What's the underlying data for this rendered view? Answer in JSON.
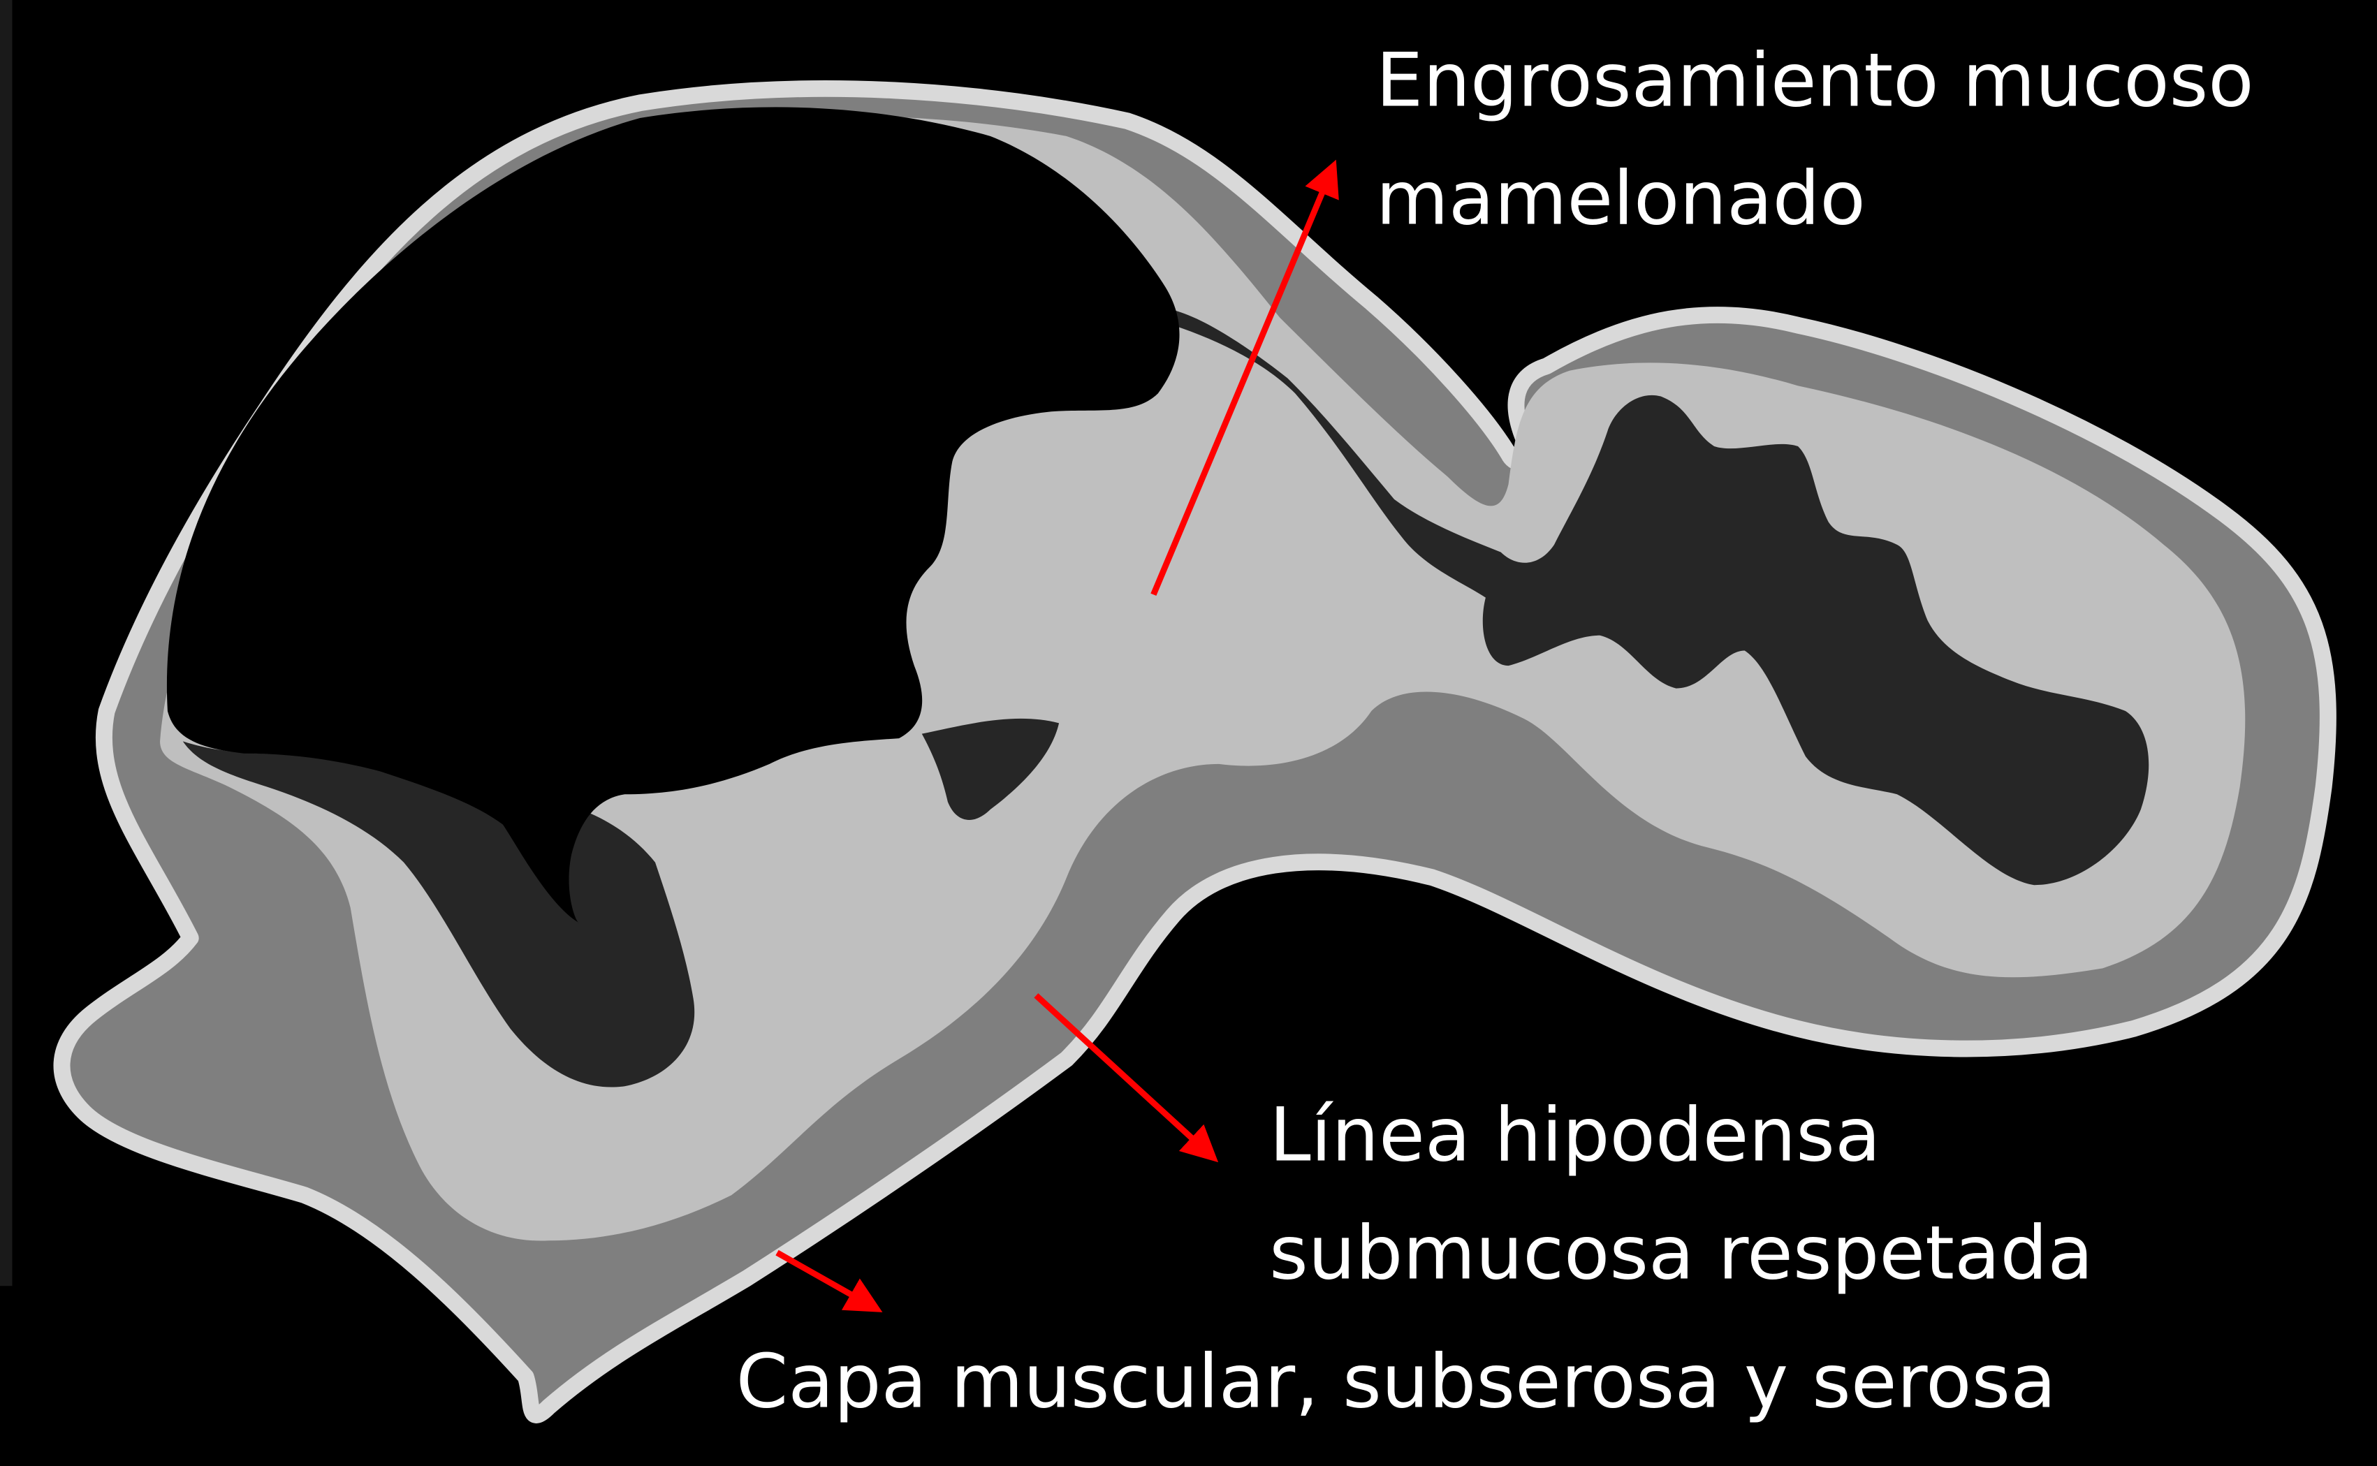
{
  "labels": {
    "mucosal": {
      "line1": "Engrosamiento mucoso",
      "line2": "mamelonado"
    },
    "submucosa": {
      "line1": "Línea hipodensa",
      "line2": "submucosa respetada"
    },
    "outer": {
      "line1": "Capa muscular, subserosa y serosa"
    }
  },
  "colors": {
    "background": "#000000",
    "serosa_outline": "#d9d9d9",
    "muscular_layer": "#7f7f7f",
    "mucosa": "#bfbfbf",
    "submucosa_hypodense": "#262626",
    "lumen": "#000000",
    "arrow": "#ff0000",
    "text": "#ffffff"
  }
}
